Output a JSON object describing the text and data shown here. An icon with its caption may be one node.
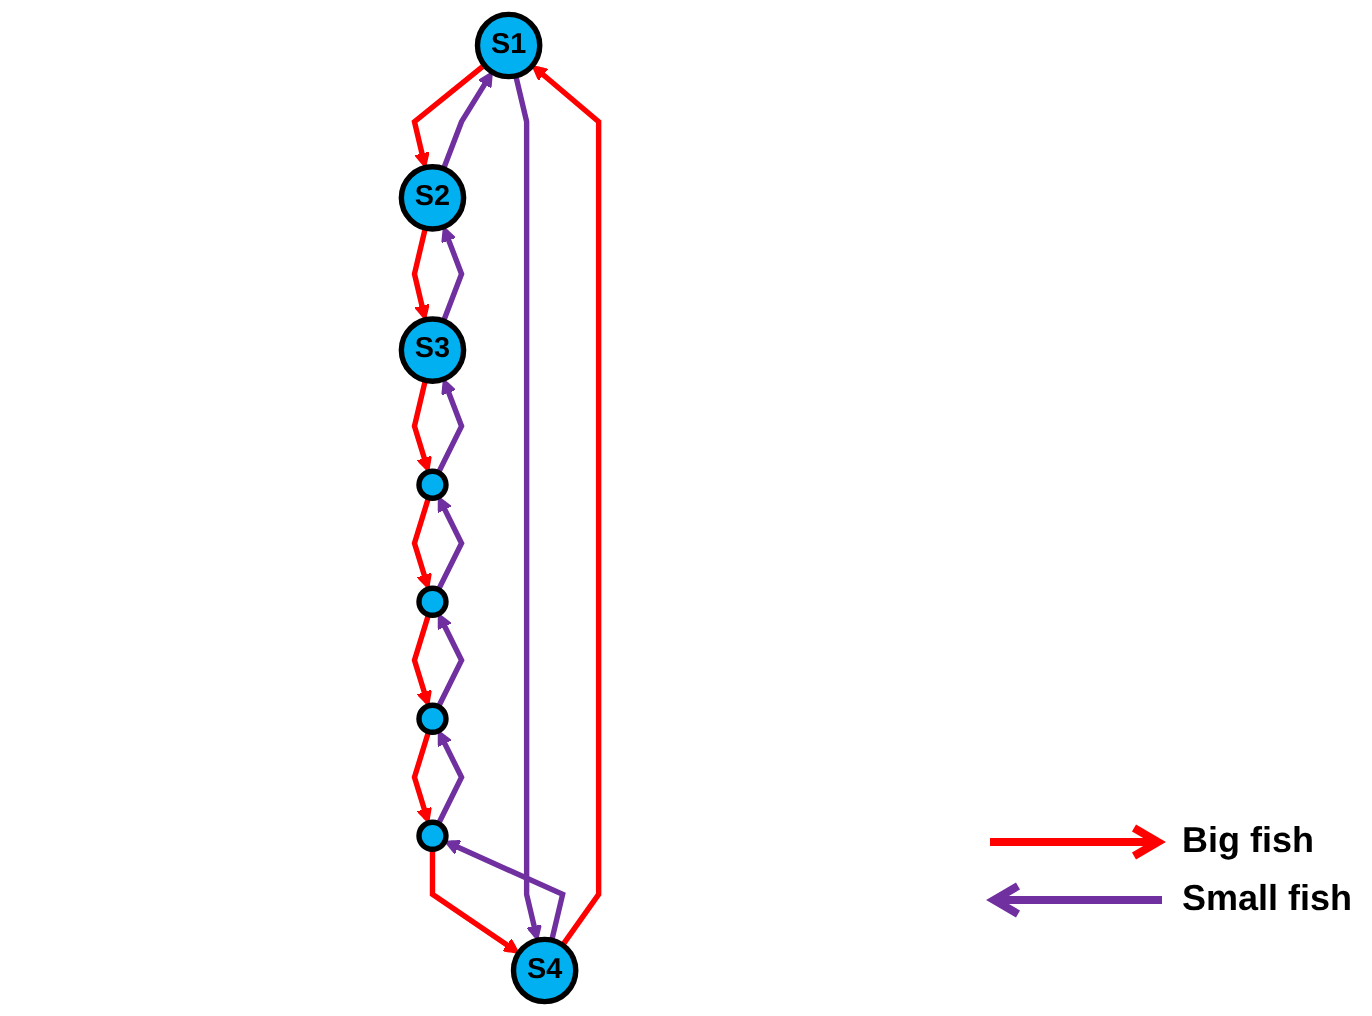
{
  "diagram": {
    "nodes": [
      {
        "text": [
          "S1"
        ]
      },
      {
        "text": [
          "S2"
        ]
      },
      {
        "text": [
          "S3"
        ]
      },
      {
        "text": [],
        "shape": "circle"
      },
      {
        "text": [],
        "shape": "circle"
      },
      {
        "text": [],
        "shape": "circle"
      },
      {
        "text": [],
        "shape": "circle"
      },
      {
        "text": [
          "S4"
        ]
      }
    ],
    "edges": [
      {
        "from": 0,
        "to": 1,
        "arrow": "to",
        "color": "#ff0000"
      },
      {
        "from": 1,
        "to": 0,
        "arrow": "to",
        "color": "#7030a0"
      },
      {
        "from": 1,
        "to": 2,
        "arrow": "to",
        "color": "#ff0000"
      },
      {
        "from": 2,
        "to": 1,
        "arrow": "to",
        "color": "#7030a0"
      },
      {
        "from": 2,
        "to": 3,
        "arrow": "to",
        "color": "#ff0000"
      },
      {
        "from": 3,
        "to": 2,
        "arrow": "to",
        "color": "#7030a0"
      },
      {
        "from": 3,
        "to": 4,
        "arrow": "to",
        "color": "#ff0000"
      },
      {
        "from": 4,
        "to": 3,
        "arrow": "to",
        "color": "#7030a0"
      },
      {
        "from": 4,
        "to": 5,
        "arrow": "to",
        "color": "#ff0000"
      },
      {
        "from": 5,
        "to": 4,
        "arrow": "to",
        "color": "#7030a0"
      },
      {
        "from": 5,
        "to": 6,
        "arrow": "to",
        "color": "#ff0000"
      },
      {
        "from": 6,
        "to": 5,
        "arrow": "to",
        "color": "#7030a0"
      },
      {
        "from": 6,
        "to": 7,
        "arrow": "to",
        "color": "#ff0000"
      },
      {
        "from": 7,
        "to": 6,
        "arrow": "to",
        "color": "#7030a0"
      },
      {
        "from": 7,
        "to": 0,
        "arrow": "to",
        "color": "#ff0000"
      },
      {
        "from": 0,
        "to": 7,
        "arrow": "to",
        "color": "#7030a0"
      }
    ],
    "legend": [
      {
        "text": "Big fish"
      },
      {
        "text": "Small fish"
      }
    ]
  }
}
